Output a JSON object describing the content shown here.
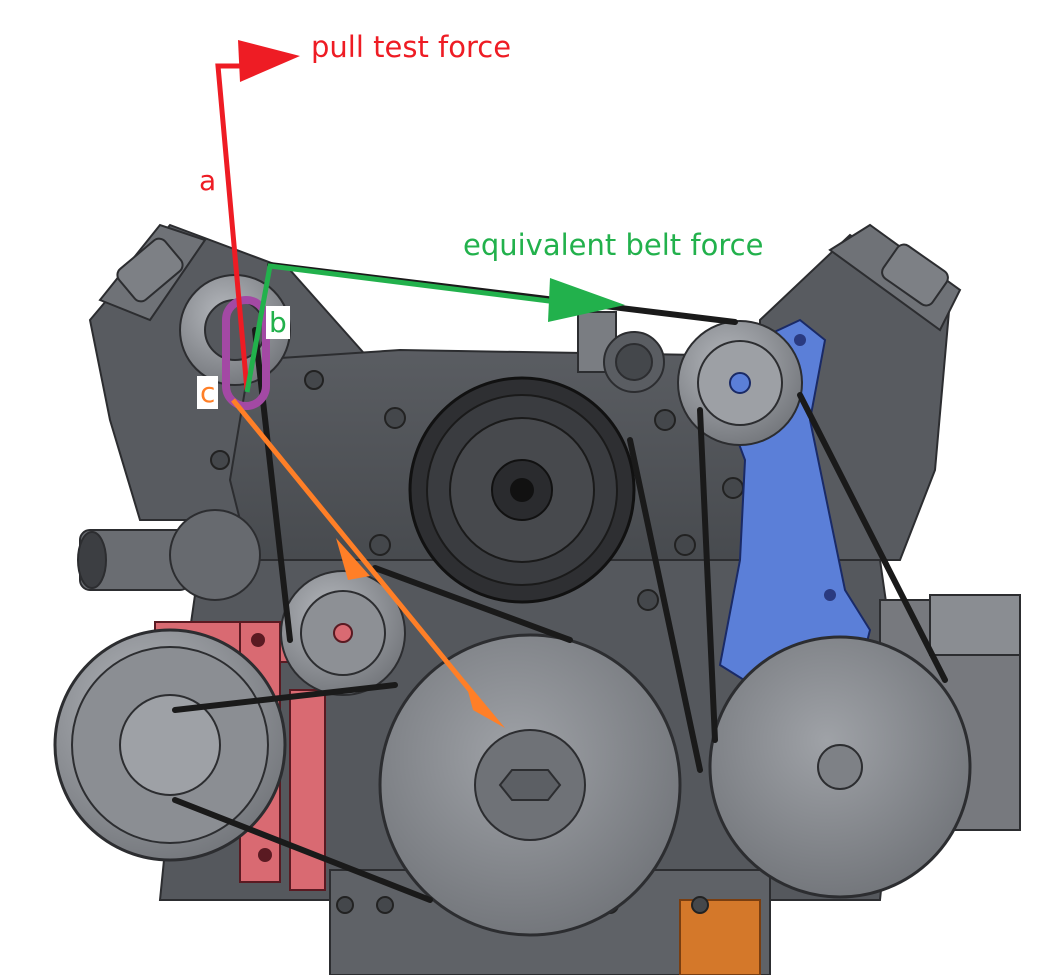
{
  "labels": {
    "pull_force": "pull test force",
    "belt_force": "equivalent belt force",
    "a": "a",
    "b": "b",
    "c": "c"
  },
  "colors": {
    "pull_force": "#ee1c24",
    "belt_force": "#22b14c",
    "lever": "#ff7f27",
    "tensioner_arm": "#a349a4",
    "idler_bracket": "#5b7fd8",
    "alt_bracket": "#d96a72",
    "belt": "#1a1a1a",
    "metal_dark": "#4a4c50",
    "metal_mid": "#6b6e73",
    "metal_light": "#8c8f94",
    "pulley_face": "#9a9da2"
  }
}
